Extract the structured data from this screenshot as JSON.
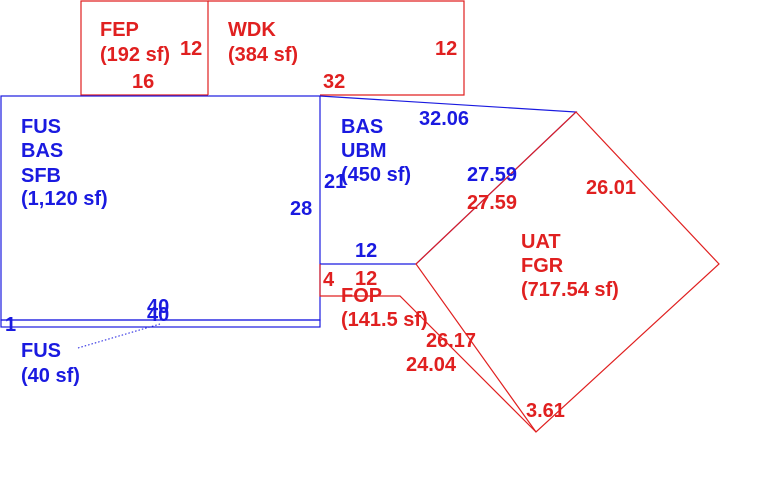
{
  "colors": {
    "red": "#e02020",
    "blue": "#1a1ae0",
    "background": "#ffffff"
  },
  "areas": {
    "fep": {
      "code": "FEP",
      "size": "(192 sf)"
    },
    "wdk": {
      "code": "WDK",
      "size": "(384 sf)"
    },
    "fus_main": {
      "line1": "FUS",
      "line2": "BAS",
      "line3": "SFB",
      "size": "(1,120 sf)"
    },
    "bas_ubm": {
      "line1": "BAS",
      "line2": "UBM",
      "size": "(450 sf)"
    },
    "uat_fgr": {
      "line1": "UAT",
      "line2": "FGR",
      "size": "(717.54 sf)"
    },
    "fop": {
      "code": "FOP",
      "size": "(141.5 sf)"
    },
    "fus_small": {
      "code": "FUS",
      "size": "(40 sf)"
    }
  },
  "dimensions": {
    "fep_right": "12",
    "fep_bottom": "16",
    "wdk_right": "12",
    "wdk_bottom": "32",
    "bas_top": "32.06",
    "bas_left": "21",
    "fus_right": "28",
    "bas_bottom": "12",
    "uat_shared_blue": "27.59",
    "uat_shared_red": "27.59",
    "uat_upper_right": "26.01",
    "fop_top": "12",
    "fop_left": "4",
    "fop_diag_upper": "26.17",
    "fop_diag_lower": "24.04",
    "uat_bottom": "3.61",
    "strip_top": "40",
    "strip_bottom": "40",
    "strip_left": "1"
  }
}
